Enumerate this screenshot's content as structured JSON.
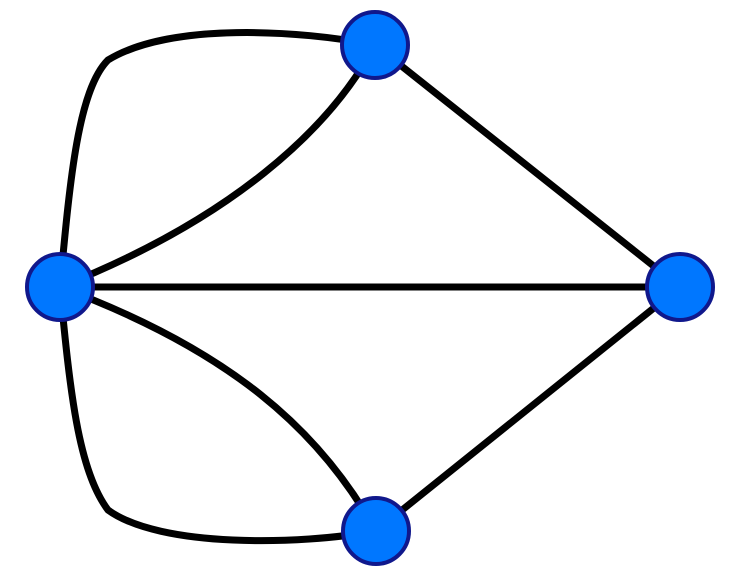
{
  "diagram": {
    "type": "multigraph",
    "background_color": "#ffffff",
    "node_fill_color": "#0077ff",
    "node_stroke_color": "#10188c",
    "edge_color": "#000000",
    "nodes": [
      {
        "id": "top"
      },
      {
        "id": "left"
      },
      {
        "id": "right"
      },
      {
        "id": "bottom"
      }
    ],
    "edges": [
      {
        "id": "top-left-outer",
        "source": "top",
        "target": "left"
      },
      {
        "id": "top-left-inner",
        "source": "top",
        "target": "left"
      },
      {
        "id": "left-bottom-outer",
        "source": "left",
        "target": "bottom"
      },
      {
        "id": "left-bottom-inner",
        "source": "left",
        "target": "bottom"
      },
      {
        "id": "left-right",
        "source": "left",
        "target": "right"
      },
      {
        "id": "top-right",
        "source": "top",
        "target": "right"
      },
      {
        "id": "bottom-right",
        "source": "bottom",
        "target": "right"
      }
    ]
  }
}
